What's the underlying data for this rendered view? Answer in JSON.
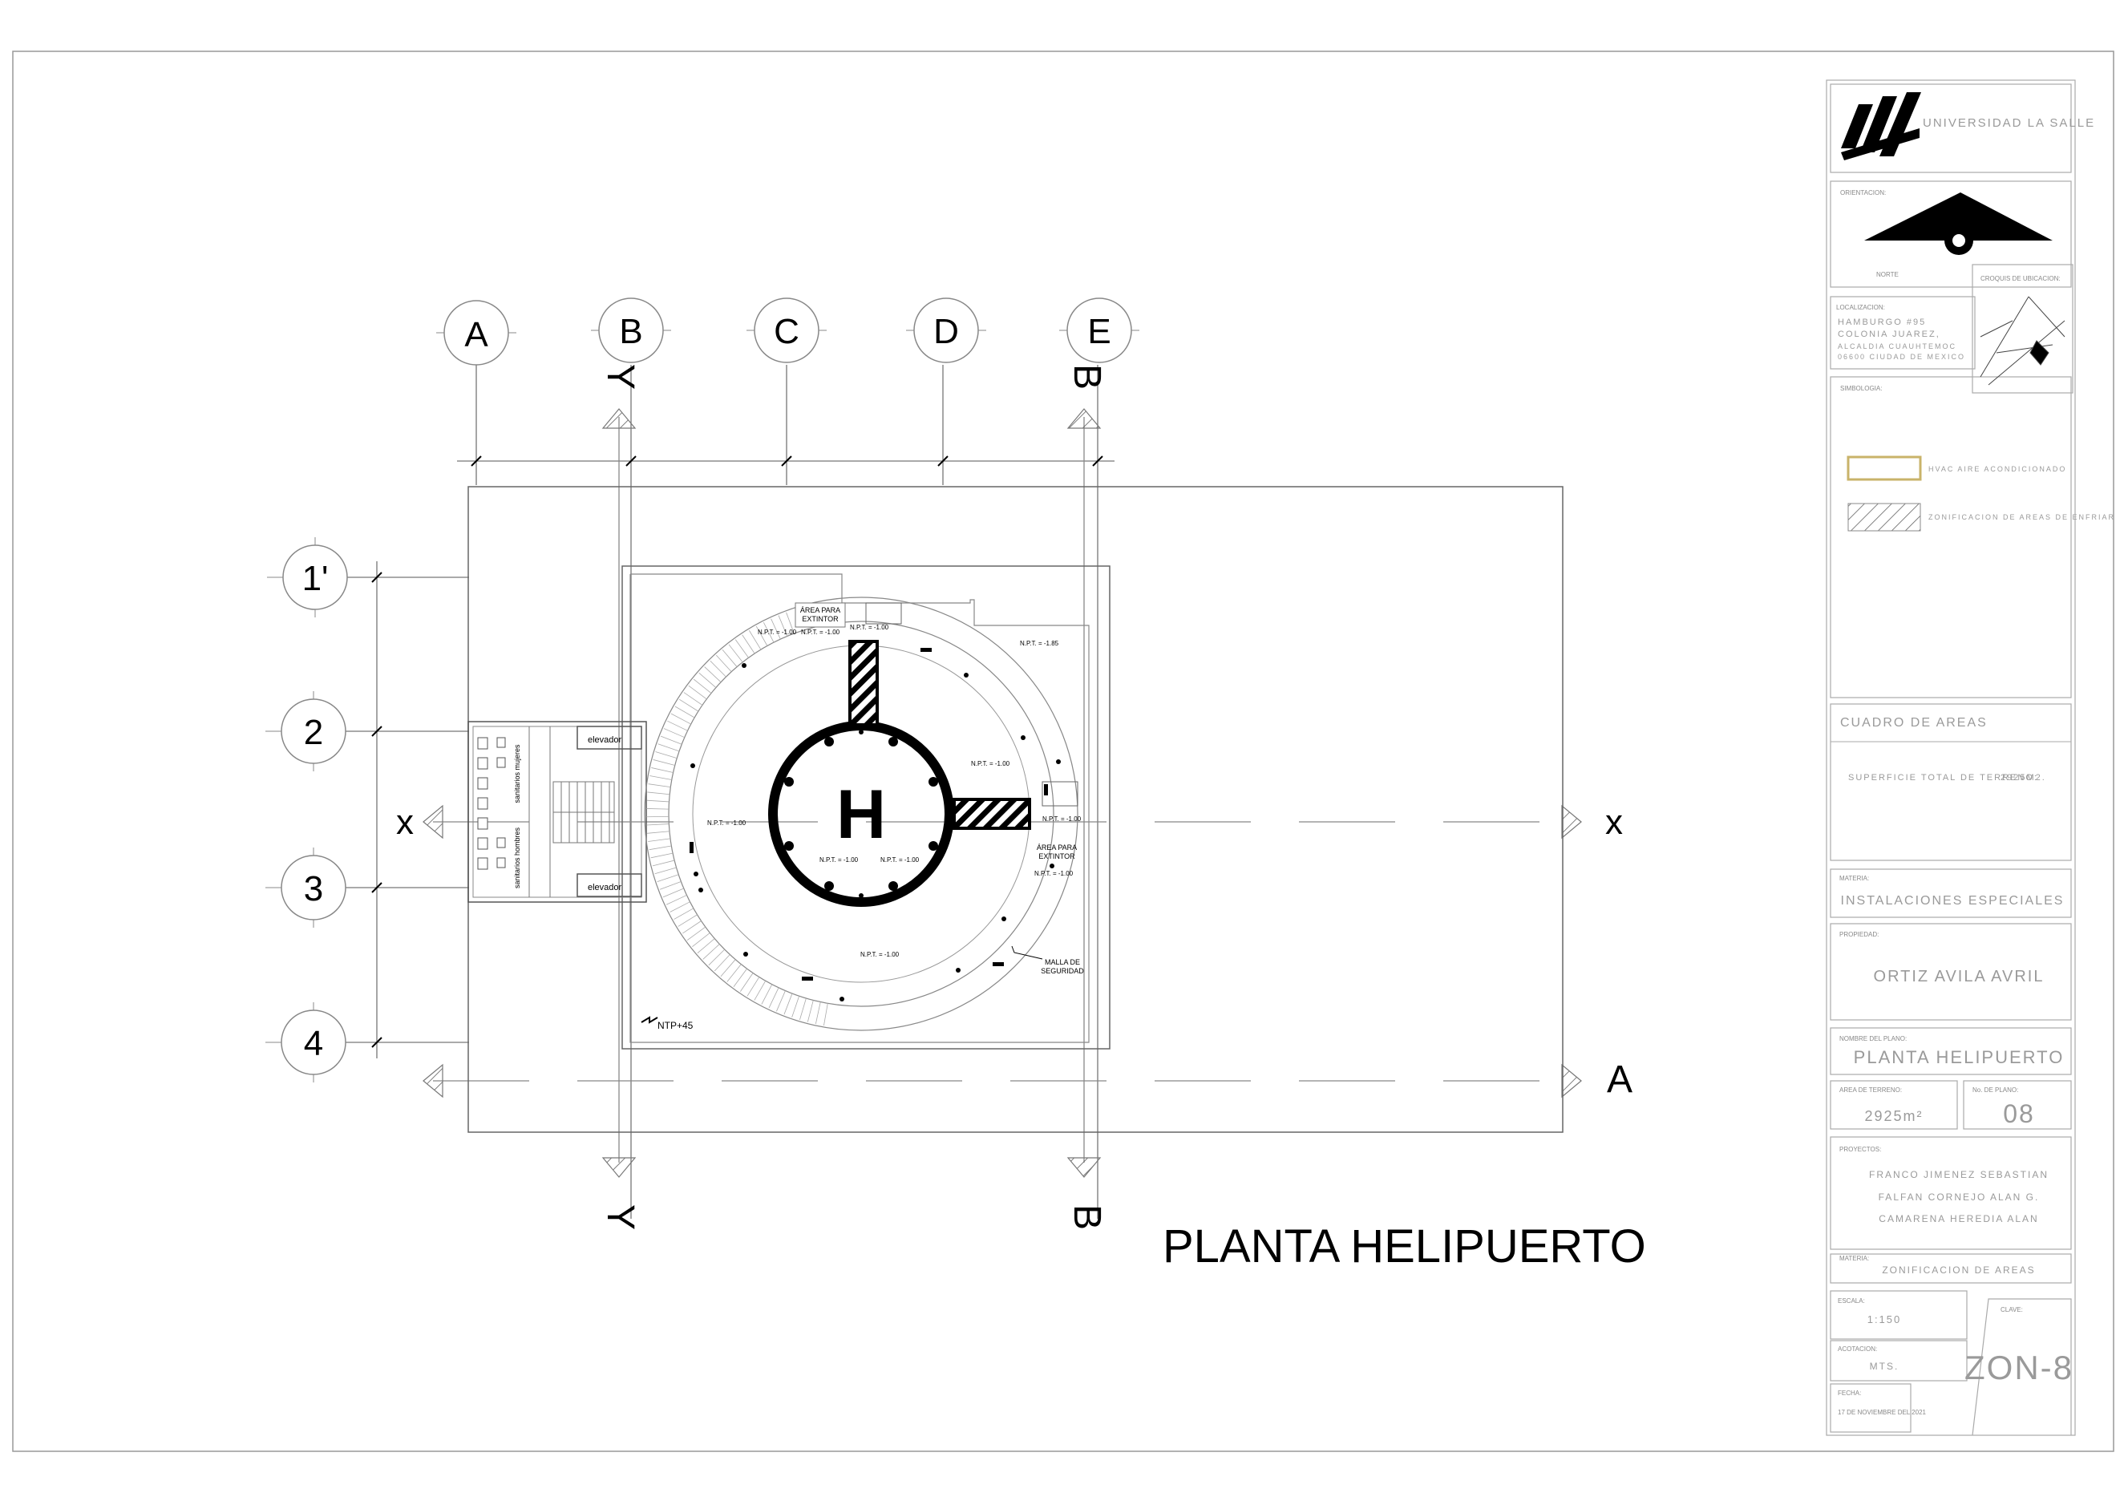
{
  "grid": {
    "columns": [
      "A",
      "B",
      "C",
      "D",
      "E"
    ],
    "rows": [
      "1'",
      "2",
      "3",
      "4"
    ]
  },
  "sections": {
    "x_left": "x",
    "x_right": "x",
    "y_top": "Y",
    "y_bottom": "Y",
    "b_top": "B",
    "b_bottom": "B",
    "a_right": "A"
  },
  "helipad": {
    "letter": "H"
  },
  "plan_labels": {
    "area_extintor_top_1": "ÁREA PARA",
    "area_extintor_top_2": "EXTINTOR",
    "area_extintor_right_1": "ÁREA PARA",
    "area_extintor_right_2": "EXTINTOR",
    "malla_1": "MALLA DE",
    "malla_2": "SEGURIDAD",
    "npt_1": "N.P.T. = -1.00",
    "npt_2": "N.P.T. = -1.00",
    "npt_3": "N.P.T. = -1.00",
    "npt_4": "N.P.T. = -1.85",
    "npt_5": "N.P.T. = -1.00",
    "npt_6": "N.P.T. = -1.00",
    "npt_7": "N.P.T. = -1.00",
    "npt_8": "N.P.T. = -1.00",
    "npt_9": "N.P.T. = -1.00",
    "npt_10": "N.P.T. = -1.00",
    "npt_11": "N.P.T. = -1.00",
    "elevador_1": "elevador",
    "elevador_2": "elevador",
    "sanitarios_m": "sanitarios mujeres",
    "sanitarios_h": "sanitarios hombres",
    "ntp": "NTP+45"
  },
  "drawing_title": "PLANTA HELIPUERTO",
  "title_block": {
    "university": "UNIVERSIDAD LA SALLE",
    "orientacion_label": "ORIENTACION:",
    "norte_label": "NORTE",
    "croquis_label": "CROQUIS DE UBICACION:",
    "localizacion_label": "LOCALIZACION:",
    "address_1": "HAMBURGO #95",
    "address_2": "COLONIA JUAREZ,",
    "address_3": "ALCALDIA CUAUHTEMOC",
    "address_4": "06600 CIUDAD DE MEXICO",
    "simbologia_label": "SIMBOLOGIA:",
    "legend_hvac": "HVAC AIRE ACONDICIONADO",
    "legend_zonif": "ZONIFICACION DE AREAS DE ENFRIAR",
    "cuadro_areas": "CUADRO DE AREAS",
    "superficie": "SUPERFICIE TOTAL DE TERRENO:",
    "superficie_val": "2925M2.",
    "materia_label_1": "MATERIA:",
    "materia_1": "INSTALACIONES ESPECIALES",
    "propiedad_label": "PROPIEDAD:",
    "propiedad": "ORTIZ AVILA AVRIL",
    "nombre_plano_label": "NOMBRE DEL PLANO:",
    "nombre_plano": "PLANTA HELIPUERTO",
    "area_terreno_label": "AREA DE TERRENO:",
    "area_terreno": "2925m²",
    "no_plano_label": "No. DE PLANO:",
    "no_plano": "08",
    "proyectos_label": "PROYECTOS:",
    "proyectista_1": "FRANCO JIMENEZ SEBASTIAN",
    "proyectista_2": "FALFAN CORNEJO ALAN G.",
    "proyectista_3": "CAMARENA HEREDIA ALAN",
    "materia_label_2": "MATERIA:",
    "materia_2": "ZONIFICACION DE AREAS",
    "escala_label": "ESCALA:",
    "escala": "1:150",
    "clave_label": "CLAVE:",
    "clave": "ZON-8",
    "acotacion_label": "ACOTACION:",
    "acotacion": "MTS.",
    "fecha_label": "FECHA:",
    "fecha": "17 DE NOVIEMBRE DEL 2021"
  }
}
